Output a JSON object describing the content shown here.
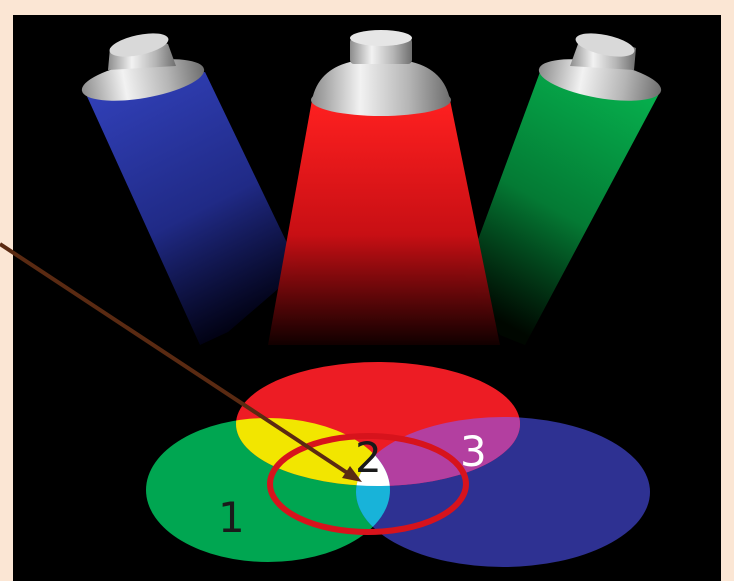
{
  "colors": {
    "background_frame": "#fbe6d4",
    "stage": "#000000",
    "red": "#ed1c24",
    "green": "#00a651",
    "blue": "#2e3192",
    "yellow": "#f2e600",
    "magenta": "#b33fa0",
    "cyan": "#18b3d9",
    "white": "#ffffff",
    "highlight_ring": "#d7131c",
    "pointer": "#5a2a12"
  },
  "spotlights": [
    {
      "name": "blue-spotlight",
      "color": "blue"
    },
    {
      "name": "red-spotlight",
      "color": "red"
    },
    {
      "name": "green-spotlight",
      "color": "green"
    }
  ],
  "regions": {
    "label_1": "1",
    "label_2": "2",
    "label_3": "3"
  }
}
